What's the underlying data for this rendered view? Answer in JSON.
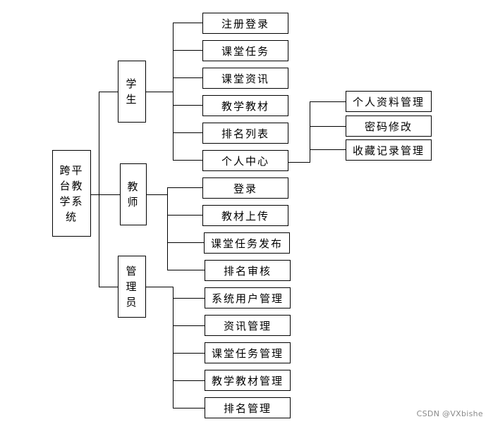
{
  "root": {
    "lines": [
      "跨平",
      "台教",
      "学系",
      "统"
    ]
  },
  "groups": {
    "student": {
      "lines": [
        "学",
        "生"
      ],
      "items": [
        "注册登录",
        "课堂任务",
        "课堂资讯",
        "教学教材",
        "排名列表",
        "个人中心"
      ]
    },
    "teacher": {
      "lines": [
        "教",
        "师"
      ],
      "items": [
        "登录",
        "教材上传",
        "课堂任务发布",
        "排名审核"
      ]
    },
    "admin": {
      "lines": [
        "管",
        "理",
        "员"
      ],
      "items": [
        "系统用户管理",
        "资讯管理",
        "课堂任务管理",
        "教学教材管理",
        "排名管理"
      ]
    }
  },
  "personal_center": {
    "items": [
      "个人资料管理",
      "密码修改",
      "收藏记录管理"
    ]
  },
  "watermark": "CSDN @VXbishe"
}
